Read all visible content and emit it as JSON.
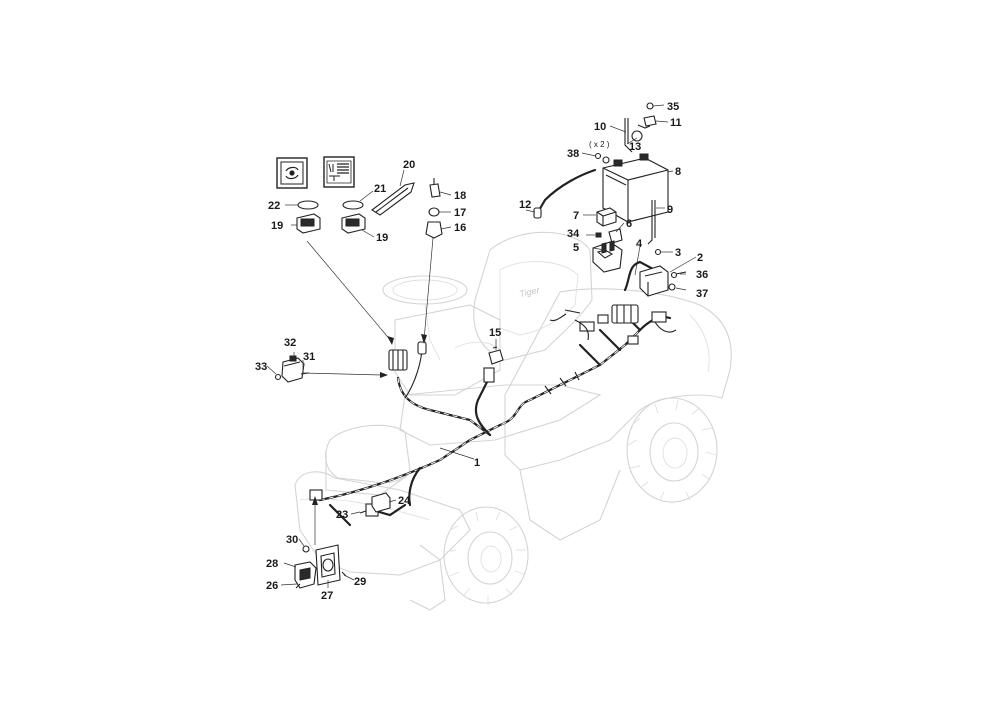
{
  "callouts": {
    "c1": "1",
    "c2": "2",
    "c3": "3",
    "c4": "4",
    "c5": "5",
    "c6": "6",
    "c7": "7",
    "c8": "8",
    "c9": "9",
    "c10": "10",
    "c11": "11",
    "c12": "12",
    "c13": "13",
    "c15": "15",
    "c16": "16",
    "c17": "17",
    "c18": "18",
    "c19a": "19",
    "c19b": "19",
    "c20": "20",
    "c21": "21",
    "c22": "22",
    "c23": "23",
    "c24": "24",
    "c26": "26",
    "c27": "27",
    "c28": "28",
    "c29": "29",
    "c30": "30",
    "c31": "31",
    "c32": "32",
    "c33": "33",
    "c34": "34",
    "c35": "35",
    "c36": "36",
    "c37": "37",
    "c38": "38"
  },
  "quantity_note": "( x 2 )",
  "logo_text": "Tiger"
}
